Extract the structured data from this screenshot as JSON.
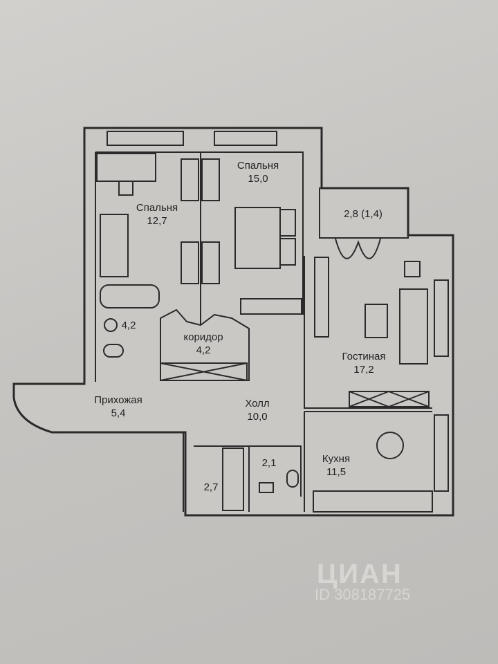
{
  "rooms": [
    {
      "name": "Спальня",
      "area": "12,7"
    },
    {
      "name": "Спальня",
      "area": "15,0"
    },
    {
      "name": "",
      "area": "2,8 (1,4)"
    },
    {
      "name": "",
      "area": "4,2"
    },
    {
      "name": "коридор",
      "area": "4,2"
    },
    {
      "name": "Гостиная",
      "area": "17,2"
    },
    {
      "name": "Прихожая",
      "area": "5,4"
    },
    {
      "name": "Холл",
      "area": "10,0"
    },
    {
      "name": "",
      "area": "2,1"
    },
    {
      "name": "Кухня",
      "area": "11,5"
    },
    {
      "name": "",
      "area": "2,7"
    }
  ],
  "watermark": {
    "logo": "ЦИАН",
    "id": "ID 308187725"
  }
}
